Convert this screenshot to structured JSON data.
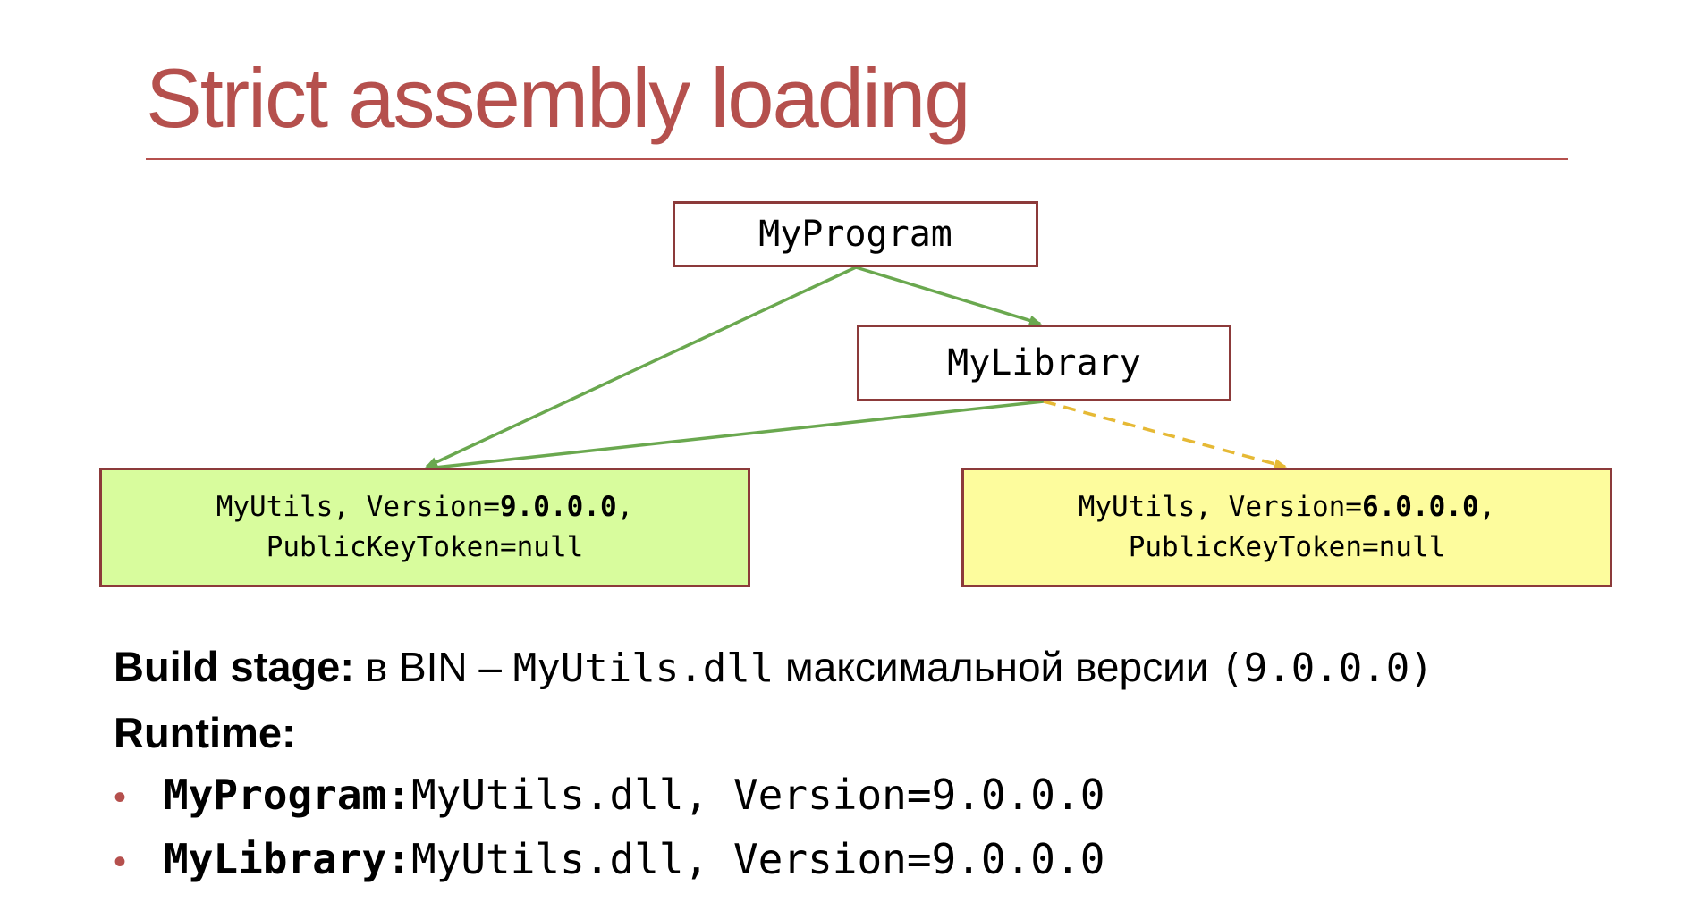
{
  "title": "Strict assembly loading",
  "diagram": {
    "program": "MyProgram",
    "library": "MyLibrary",
    "utils9": {
      "prefix": "MyUtils, Version=",
      "version": "9.0.0.0",
      "suffix": ",",
      "token": "PublicKeyToken=null"
    },
    "utils6": {
      "prefix": "MyUtils, Version=",
      "version": "6.0.0.0",
      "suffix": ",",
      "token": "PublicKeyToken=null"
    },
    "colors": {
      "solid_edge": "#6aa84f",
      "dashed_edge": "#e6b935",
      "border": "#8c3a3a",
      "utils9_fill": "#d8fc9d",
      "utils6_fill": "#fdfc9d"
    }
  },
  "build": {
    "label": "Build stage:",
    "text1": " в BIN – ",
    "file": "MyUtils.dll",
    "text2": " максимальной версии ",
    "version": "(9.0.0.0)"
  },
  "runtime": {
    "label": "Runtime:",
    "items": [
      {
        "name": "MyProgram:",
        "value": " MyUtils.dll, Version=9.0.0.0"
      },
      {
        "name": "MyLibrary:",
        "value": " MyUtils.dll, Version=9.0.0.0"
      }
    ]
  },
  "colors": {
    "accent": "#b5504d"
  }
}
